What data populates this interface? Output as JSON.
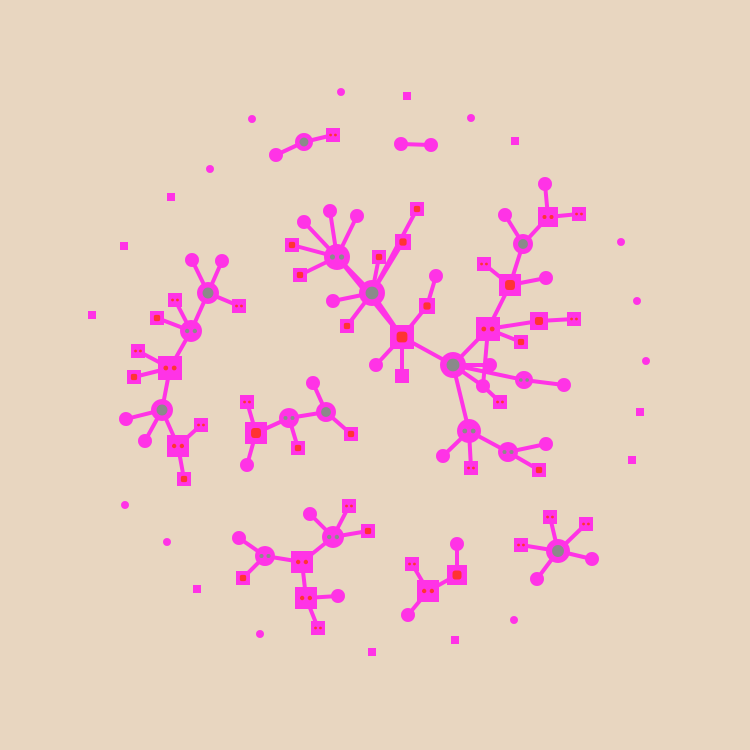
{
  "colors": {
    "background": "#e8d6c0",
    "node": "#ff33e6",
    "edge": "#ff33e6",
    "node_core_gray": "#8a8a8a",
    "node_core_red": "#ff3333"
  },
  "diagram": {
    "type": "network-graph",
    "node_shapes": [
      "circle",
      "square"
    ],
    "inner_marks": [
      "none",
      "gray",
      "red",
      "dots"
    ]
  }
}
